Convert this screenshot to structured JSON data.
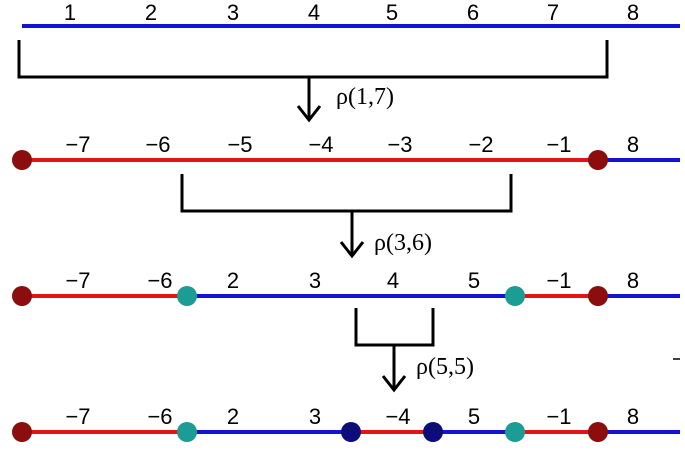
{
  "colors": {
    "positive_segment": "#1313d6",
    "negative_segment": "#e41414",
    "endpoint_dot": "#8b0d0d",
    "breakpoint_dot_teal": "#1b9c94",
    "breakpoint_dot_navy": "#0c0c7a",
    "bracket": "#000000"
  },
  "rows": [
    {
      "labels": [
        "1",
        "2",
        "3",
        "4",
        "5",
        "6",
        "7",
        "8"
      ],
      "signs": [
        "+",
        "+",
        "+",
        "+",
        "+",
        "+",
        "+",
        "+"
      ],
      "dots": []
    },
    {
      "labels": [
        "−7",
        "−6",
        "−5",
        "−4",
        "−3",
        "−2",
        "−1",
        "8"
      ],
      "signs": [
        "-",
        "-",
        "-",
        "-",
        "-",
        "-",
        "-",
        "+"
      ],
      "dots": [
        "endpoint",
        "endpoint"
      ]
    },
    {
      "labels": [
        "−7",
        "−6",
        "2",
        "3",
        "4",
        "5",
        "−1",
        "8"
      ],
      "signs": [
        "-",
        "-",
        "+",
        "+",
        "+",
        "+",
        "-",
        "+"
      ],
      "dots": [
        "endpoint",
        "teal",
        "teal",
        "endpoint"
      ]
    },
    {
      "labels": [
        "−7",
        "−6",
        "2",
        "3",
        "−4",
        "5",
        "−1",
        "8"
      ],
      "signs": [
        "-",
        "-",
        "+",
        "+",
        "-",
        "+",
        "-",
        "+"
      ],
      "dots": [
        "endpoint",
        "teal",
        "navy",
        "navy",
        "teal",
        "endpoint"
      ]
    }
  ],
  "reversals": [
    {
      "label": "ρ(1,7)"
    },
    {
      "label": "ρ(3,6)"
    },
    {
      "label": "ρ(5,5)"
    }
  ]
}
